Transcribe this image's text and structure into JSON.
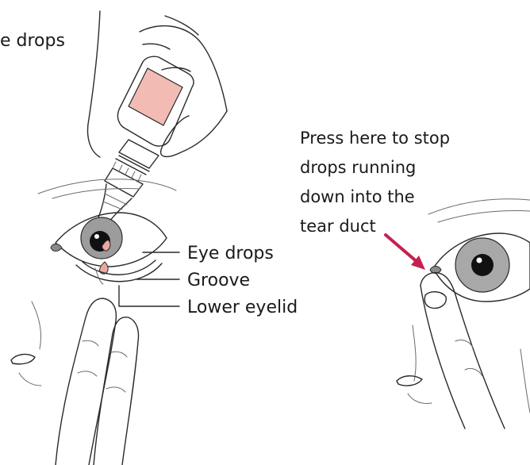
{
  "title_partial": "e drops",
  "labels": {
    "eye_drops": "Eye drops",
    "groove": "Groove",
    "lower_eyelid": "Lower eyelid"
  },
  "callout": {
    "lines": [
      "Press here to stop",
      "drops running",
      "down into the",
      "tear duct"
    ]
  },
  "colors": {
    "bottle_label": "#f2bcb4",
    "drop": "#e9a9a1",
    "arrow": "#c4214f",
    "iris": "#9c9c9c",
    "tear_duct": "#8a8a8a",
    "line": "#2a2a2a"
  }
}
